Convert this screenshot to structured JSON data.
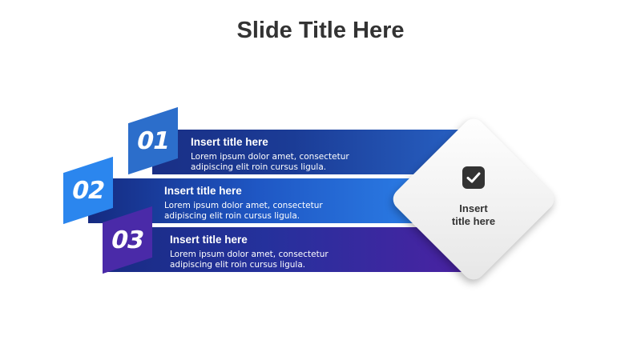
{
  "slide": {
    "title": "Slide Title Here"
  },
  "items": [
    {
      "number": "01",
      "title": "Insert title here",
      "desc_line1": "Lorem ipsum dolor amet, consectetur",
      "desc_line2": "adipiscing elit roin cursus ligula."
    },
    {
      "number": "02",
      "title": "Insert title here",
      "desc_line1": "Lorem ipsum dolor amet, consectetur",
      "desc_line2": "adipiscing elit roin cursus ligula."
    },
    {
      "number": "03",
      "title": "Insert title here",
      "desc_line1": "Lorem ipsum dolor amet, consectetur",
      "desc_line2": "adipiscing elit roin cursus ligula."
    }
  ],
  "center": {
    "line1": "Insert",
    "line2": "title here",
    "icon": "check-icon"
  },
  "colors": {
    "blue_dark": "#1b3c96",
    "blue_light": "#2e86ee",
    "purple": "#4a22a2",
    "title": "#333333"
  }
}
